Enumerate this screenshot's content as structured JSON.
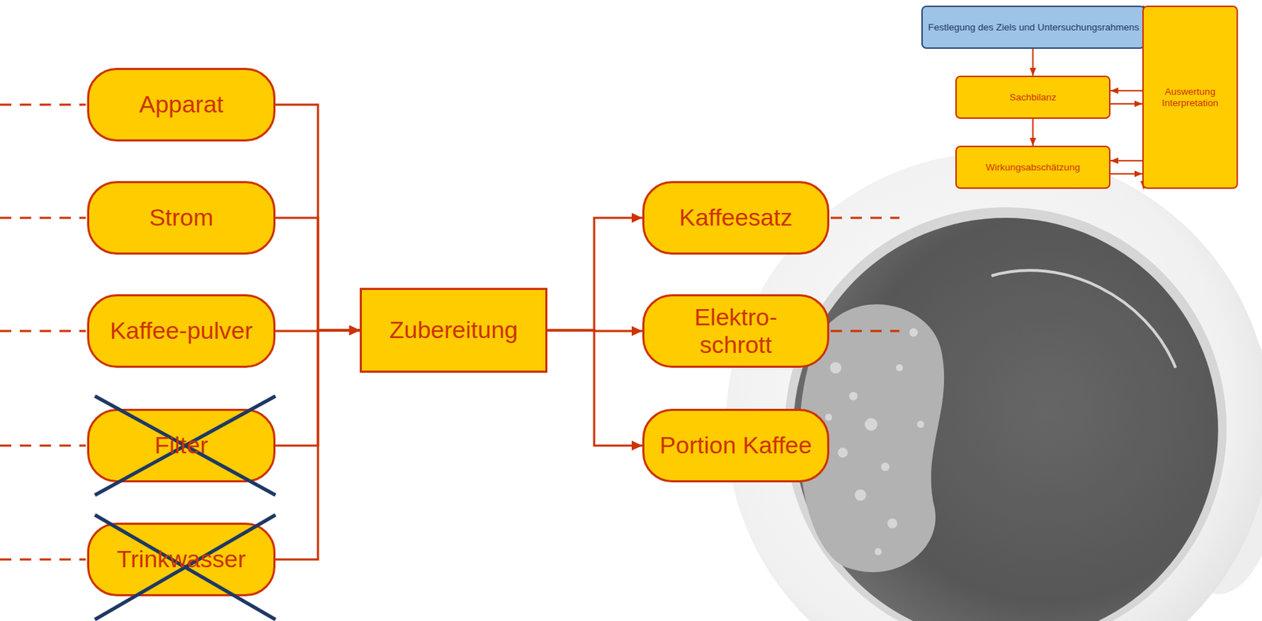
{
  "diagram": {
    "nodes": [
      {
        "text": [
          "Apparat"
        ]
      },
      {
        "text": [
          "Strom"
        ]
      },
      {
        "text": [
          "Kaffee-pulver"
        ]
      },
      {
        "text": [
          "Filter"
        ]
      },
      {
        "text": [
          "Trinkwasser"
        ]
      },
      {
        "text": [
          "Zubereitung"
        ]
      },
      {
        "text": [
          "Kaffeesatz"
        ]
      },
      {
        "text": [
          "Elektro- schrott"
        ]
      },
      {
        "text": [
          "Portion Kaffee"
        ]
      },
      {
        "text": [
          "Festlegung des Ziels und Untersuchungsrahmens"
        ]
      },
      {
        "text": [
          "Sachbilanz"
        ]
      },
      {
        "text": [
          "Wirkungsabschätzung"
        ]
      },
      {
        "text": [
          "Auswertung Interpretation"
        ]
      }
    ],
    "edges": [
      {
        "from": 0,
        "to": 5,
        "arrow": "to"
      },
      {
        "from": 1,
        "to": 5,
        "arrow": "to"
      },
      {
        "from": 2,
        "to": 5,
        "arrow": "to"
      },
      {
        "from": 3,
        "to": 5,
        "arrow": "to"
      },
      {
        "from": 4,
        "to": 5,
        "arrow": "to"
      },
      {
        "from": 5,
        "to": 6,
        "arrow": "to"
      },
      {
        "from": 5,
        "to": 7,
        "arrow": "to"
      },
      {
        "from": 5,
        "to": 8,
        "arrow": "to"
      },
      {
        "from": 9,
        "to": 10,
        "arrow": "to"
      },
      {
        "from": 10,
        "to": 11,
        "arrow": "to"
      },
      {
        "from": 12,
        "to": 9,
        "arrow": "to"
      },
      {
        "from": 9,
        "to": 12,
        "arrow": "to"
      },
      {
        "from": 12,
        "to": 10,
        "arrow": "to"
      },
      {
        "from": 10,
        "to": 12,
        "arrow": "to"
      },
      {
        "from": 12,
        "to": 11,
        "arrow": "to"
      },
      {
        "from": 11,
        "to": 12,
        "arrow": "to"
      }
    ]
  }
}
